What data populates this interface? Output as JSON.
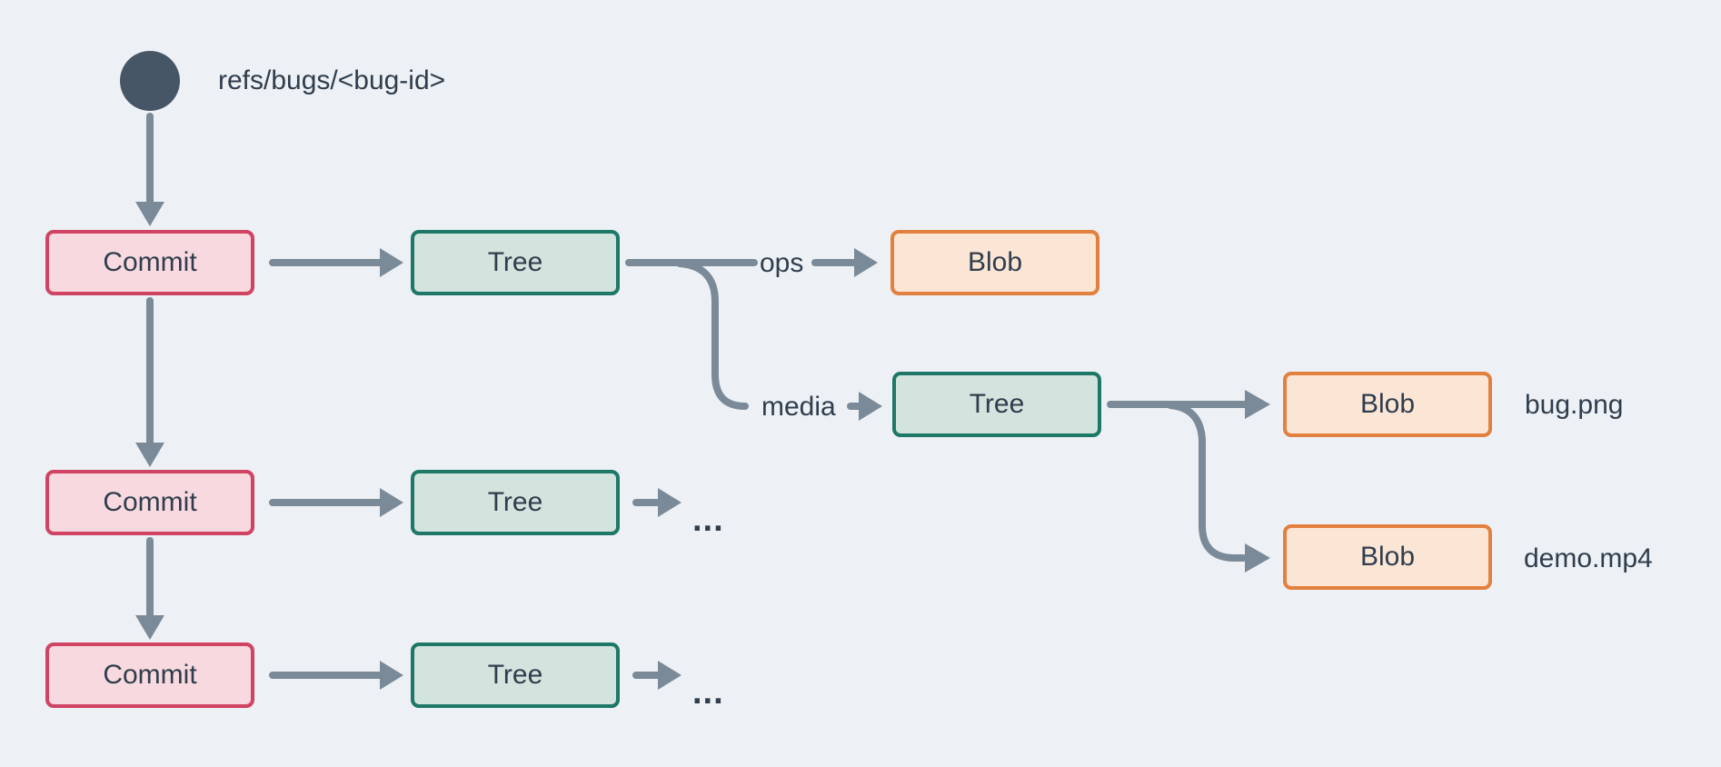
{
  "diagram": {
    "ref": {
      "label": "refs/bugs/<bug-id>"
    },
    "nodes": [
      {
        "id": "commit-1",
        "type": "commit",
        "label": "Commit"
      },
      {
        "id": "tree-1",
        "type": "tree",
        "label": "Tree"
      },
      {
        "id": "blob-ops",
        "type": "blob",
        "label": "Blob"
      },
      {
        "id": "tree-media",
        "type": "tree",
        "label": "Tree"
      },
      {
        "id": "blob-bug-png",
        "type": "blob",
        "label": "Blob"
      },
      {
        "id": "blob-demo-mp4",
        "type": "blob",
        "label": "Blob"
      },
      {
        "id": "commit-2",
        "type": "commit",
        "label": "Commit"
      },
      {
        "id": "tree-2",
        "type": "tree",
        "label": "Tree"
      },
      {
        "id": "commit-3",
        "type": "commit",
        "label": "Commit"
      },
      {
        "id": "tree-3",
        "type": "tree",
        "label": "Tree"
      }
    ],
    "edge_labels": {
      "ops": "ops",
      "media": "media"
    },
    "file_labels": {
      "bug_png": "bug.png",
      "demo_mp4": "demo.mp4"
    },
    "truncation": {
      "row2": "...",
      "row3": "..."
    },
    "colors": {
      "background": "#edf1f5",
      "text": "#2f3d4d",
      "arrow": "#7b8a99",
      "ref_circle": "#475666",
      "commit_fill": "#f8d9df",
      "commit_border": "#d04363",
      "tree_fill": "#d3e3dd",
      "tree_border": "#1d7868",
      "blob_fill": "#fbe5d5",
      "blob_border": "#e2813f"
    }
  }
}
